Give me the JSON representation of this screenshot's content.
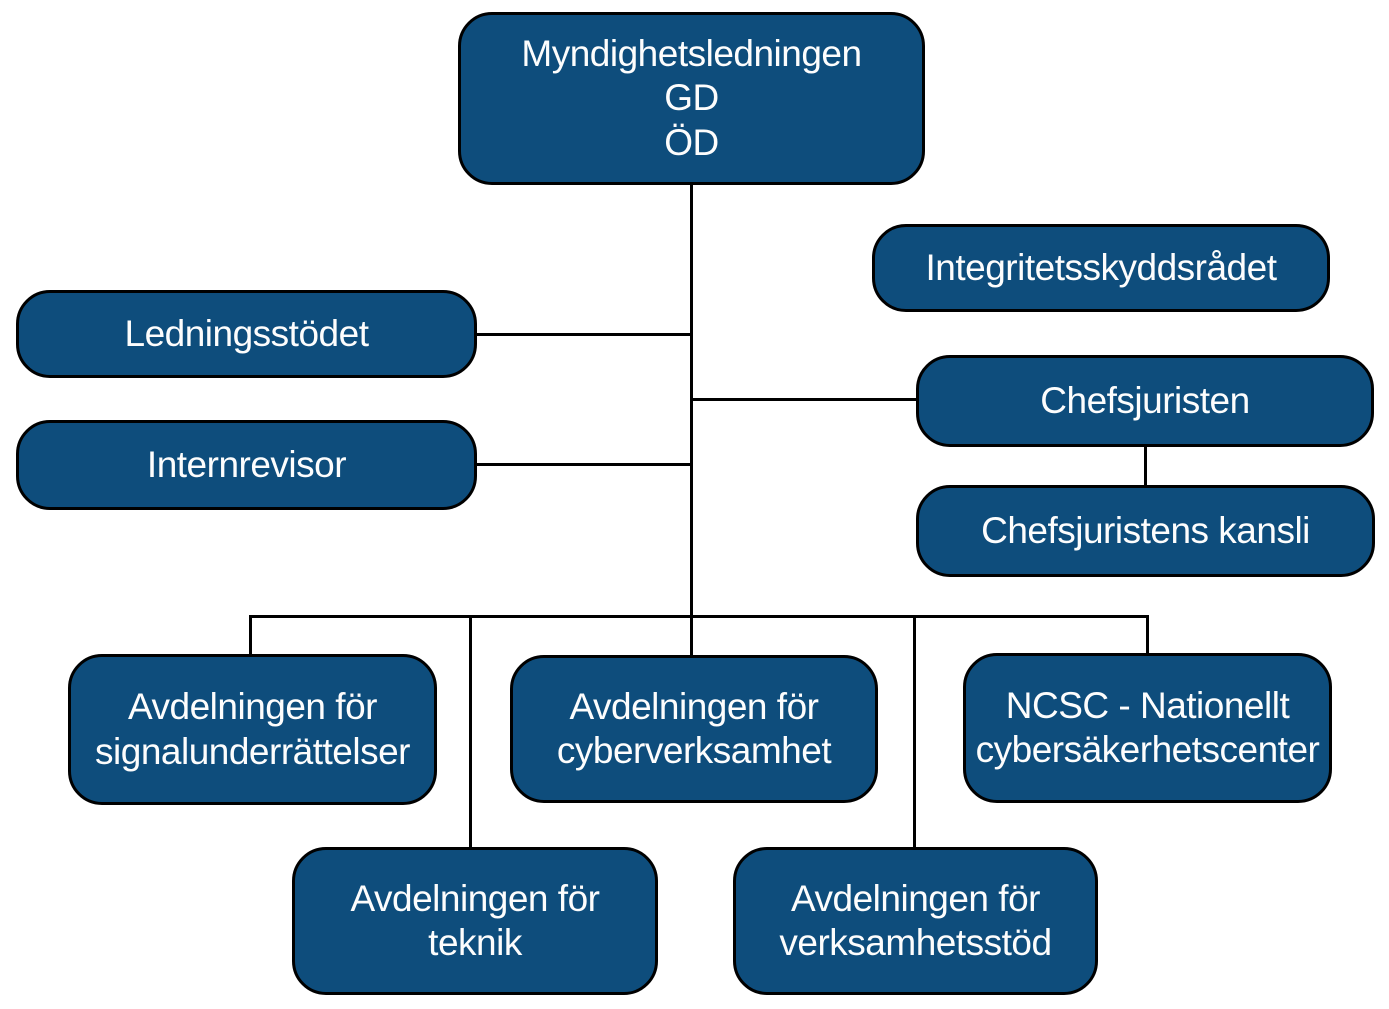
{
  "colors": {
    "box_fill": "#0E4D7C",
    "box_border": "#000000",
    "text": "#FDFDFD",
    "line": "#000000",
    "background": "#FFFFFF"
  },
  "nodes": {
    "myndighetsledningen": {
      "lines": [
        "Myndighetsledningen",
        "GD",
        "ÖD"
      ]
    },
    "integritetsskyddsradet": {
      "lines": [
        "Integritetsskyddsrådet"
      ]
    },
    "ledningsstodet": {
      "lines": [
        "Ledningsstödet"
      ]
    },
    "chefsjuristen": {
      "lines": [
        "Chefsjuristen"
      ]
    },
    "internrevisor": {
      "lines": [
        "Internrevisor"
      ]
    },
    "chefsjuristens_kansli": {
      "lines": [
        "Chefsjuristens kansli"
      ]
    },
    "signalunderrattelser": {
      "lines": [
        "Avdelningen för",
        "signalunderrättelser"
      ]
    },
    "cyberverksamhet": {
      "lines": [
        "Avdelningen för",
        "cyberverksamhet"
      ]
    },
    "ncsc": {
      "lines": [
        "NCSC - Nationellt",
        "cybersäkerhetscenter"
      ]
    },
    "teknik": {
      "lines": [
        "Avdelningen för",
        "teknik"
      ]
    },
    "verksamhetsstod": {
      "lines": [
        "Avdelningen för",
        "verksamhetsstöd"
      ]
    }
  }
}
